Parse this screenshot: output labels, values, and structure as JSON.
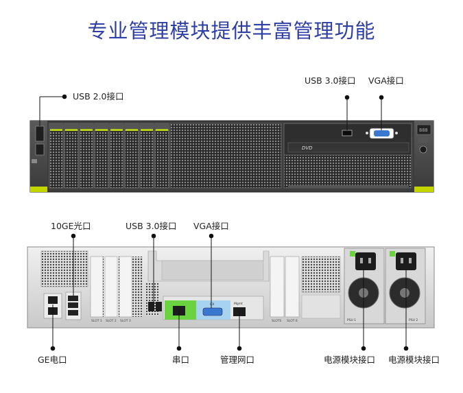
{
  "title": "专业管理模块提供丰富管理功能",
  "front": {
    "usb2": "USB 2.0接口",
    "usb3": "USB 3.0接口",
    "vga": "VGA接口",
    "drive_label": "DVD"
  },
  "rear": {
    "ten_ge": "10GE光口",
    "usb3": "USB 3.0接口",
    "vga": "VGA接口",
    "ge": "GE电口",
    "serial": "串口",
    "mgmt": "管理网口",
    "psu1": "电源模块接口",
    "psu2": "电源模块接口",
    "slot1": "SLOT 1",
    "slot2": "SLOT 2",
    "slot3": "SLOT 3",
    "slot5": "SLOTS",
    "slot6": "SLOT 6",
    "psu1_tag": "PSU 1",
    "psu2_tag": "PSU 2",
    "mgmt_tag": "Mgmt",
    "vga_tag": "IOI"
  }
}
